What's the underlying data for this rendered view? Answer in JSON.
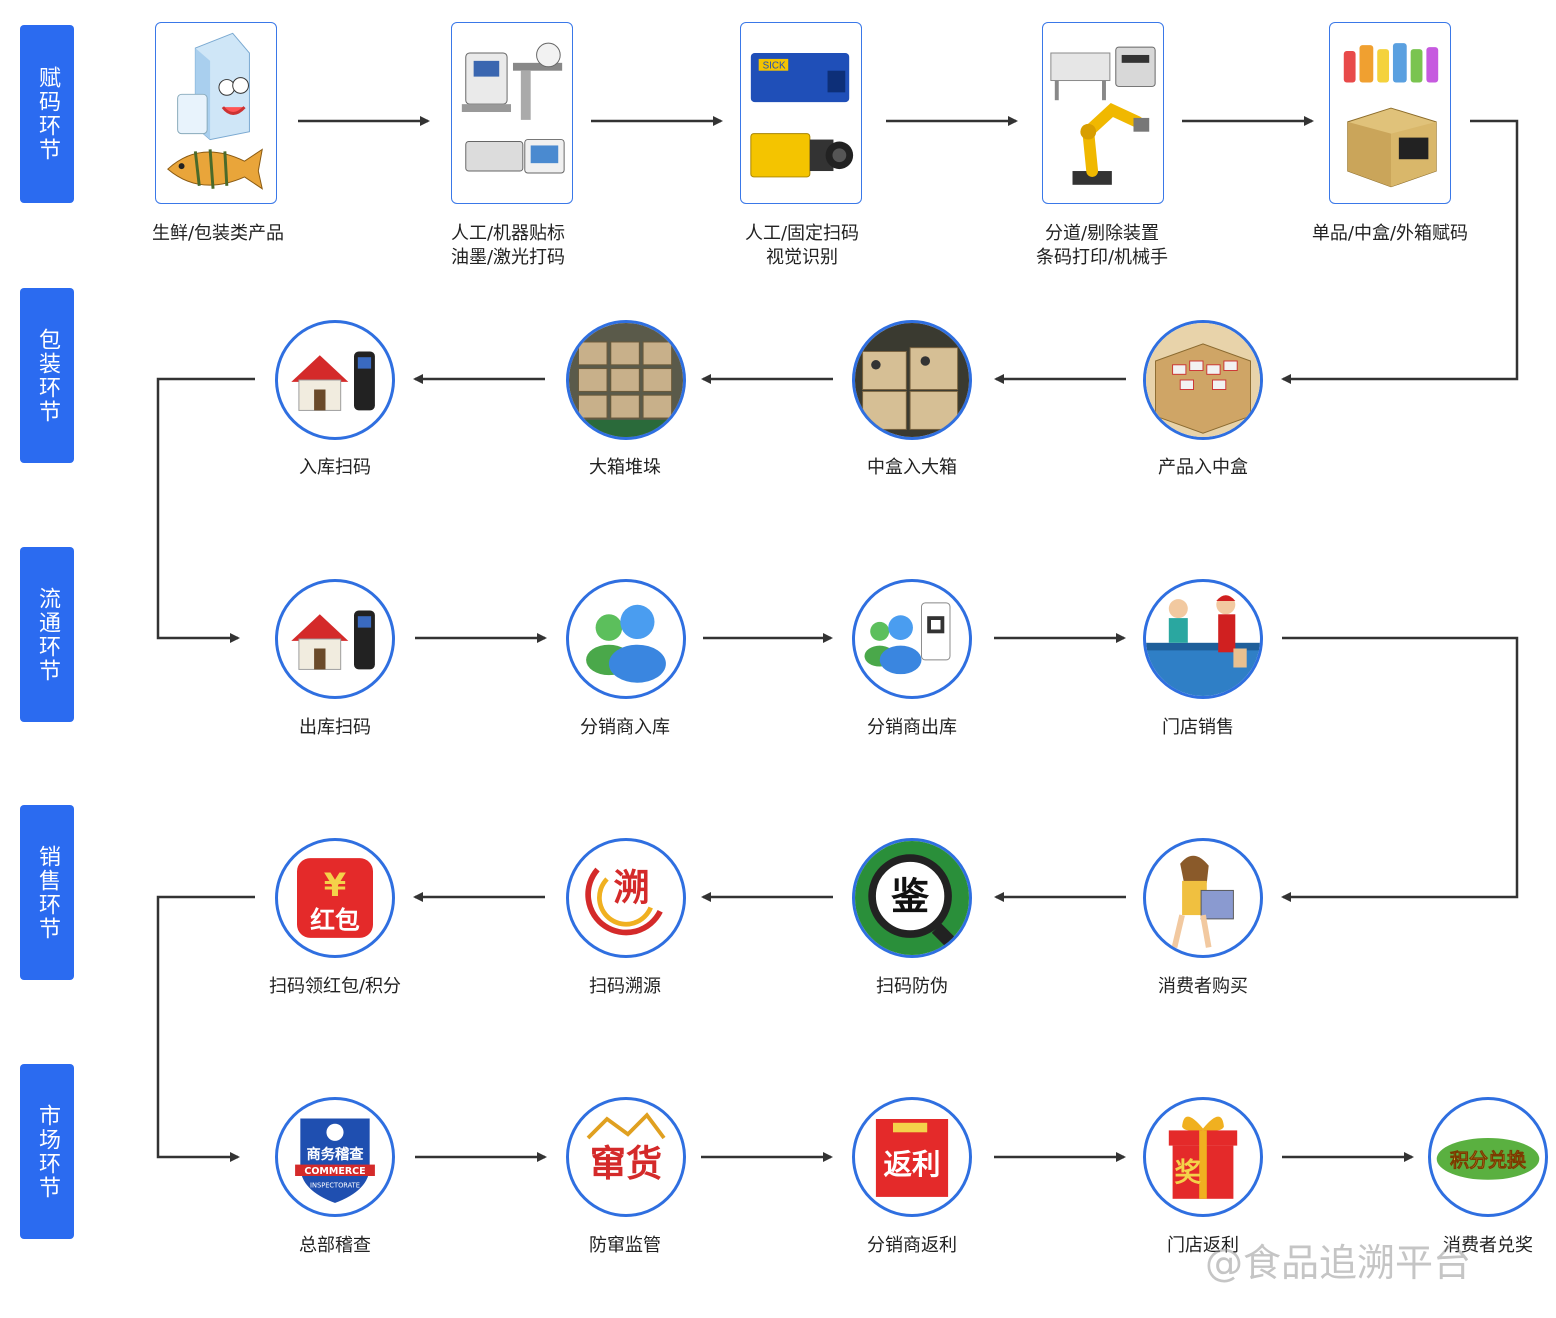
{
  "stages": [
    {
      "label": "赋码环节"
    },
    {
      "label": "包装环节"
    },
    {
      "label": "流通环节"
    },
    {
      "label": "销售环节"
    },
    {
      "label": "市场环节"
    }
  ],
  "coding_row": [
    {
      "line1": "生鲜/包装类产品",
      "line2": "",
      "icon": "fresh-packaged-products-icon"
    },
    {
      "line1": "人工/机器贴标",
      "line2": "油墨/激光打码",
      "icon": "labeling-printing-machine-icon"
    },
    {
      "line1": "人工/固定扫码",
      "line2": "视觉识别",
      "icon": "barcode-scanner-camera-icon"
    },
    {
      "line1": "分道/剔除装置",
      "line2": "条码打印/机械手",
      "icon": "robot-arm-printer-icon"
    },
    {
      "line1": "单品/中盒/外箱赋码",
      "line2": "",
      "icon": "product-carton-icon"
    }
  ],
  "packaging_row": [
    {
      "label": "入库扫码",
      "icon": "warehouse-scanner-icon"
    },
    {
      "label": "大箱堆垛",
      "icon": "box-stacking-icon"
    },
    {
      "label": "中盒入大箱",
      "icon": "cartons-icon"
    },
    {
      "label": "产品入中盒",
      "icon": "open-box-icon"
    }
  ],
  "distribution_row": [
    {
      "label": "出库扫码",
      "icon": "warehouse-scanner-icon"
    },
    {
      "label": "分销商入库",
      "icon": "users-icon"
    },
    {
      "label": "分销商出库",
      "icon": "users-qrcode-icon"
    },
    {
      "label": "门店销售",
      "icon": "store-cashier-icon"
    }
  ],
  "sales_row": [
    {
      "label": "扫码领红包/积分",
      "icon": "red-envelope-icon",
      "badge_top": "¥",
      "badge_bottom": "红包"
    },
    {
      "label": "扫码溯源",
      "icon": "trace-logo-icon",
      "badge": "溯"
    },
    {
      "label": "扫码防伪",
      "icon": "anti-counterfeit-icon",
      "badge": "鉴"
    },
    {
      "label": "消费者购买",
      "icon": "shopper-icon"
    }
  ],
  "market_row": [
    {
      "label": "总部稽查",
      "icon": "inspection-badge-icon",
      "badge_top": "商务稽查",
      "badge_mid": "COMMERCE",
      "badge_bottom": "INSPECTORATE"
    },
    {
      "label": "防窜监管",
      "icon": "anti-diversion-icon",
      "badge": "窜货"
    },
    {
      "label": "分销商返利",
      "icon": "rebate-icon",
      "badge": "返利"
    },
    {
      "label": "门店返利",
      "icon": "gift-box-icon",
      "badge": "奖"
    },
    {
      "label": "消费者兑奖",
      "icon": "points-exchange-icon",
      "badge": "积分兑换"
    }
  ],
  "watermark": "@食品追溯平台"
}
